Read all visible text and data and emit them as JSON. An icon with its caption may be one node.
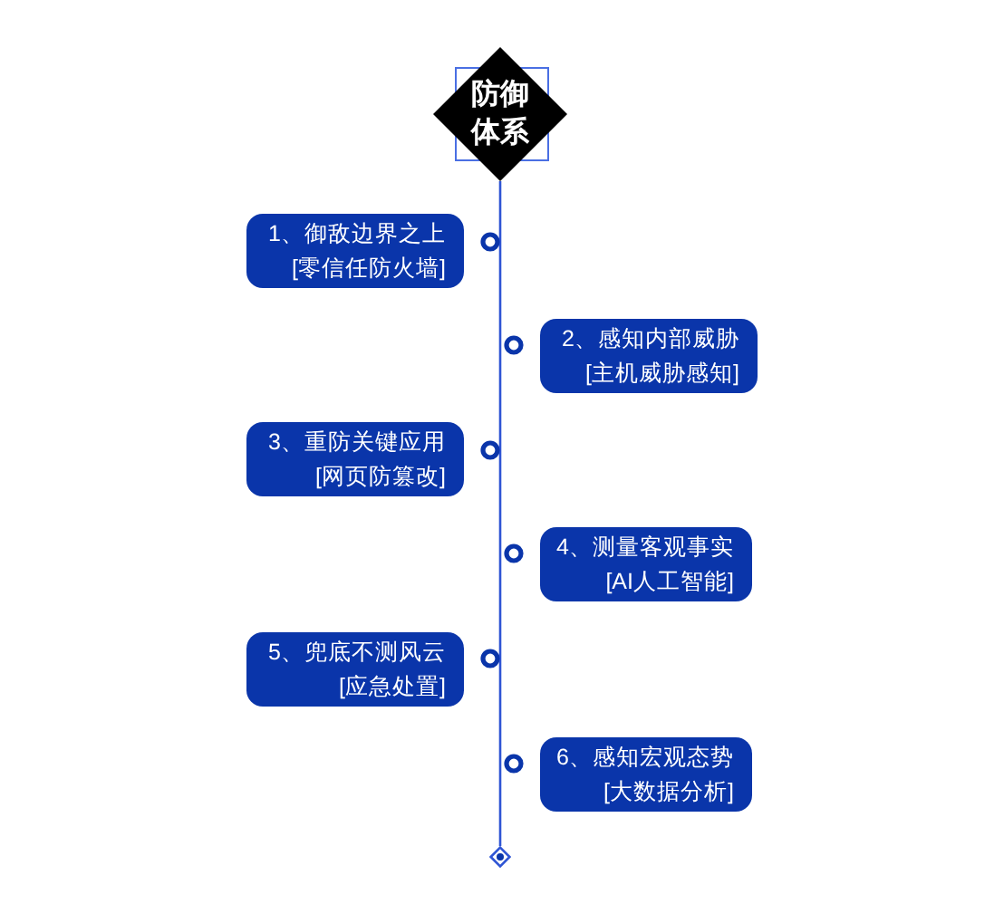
{
  "diagram": {
    "nodes": [
      {
        "text": [
          "防御体系"
        ]
      },
      {
        "text": [
          "1、御敌边界之上",
          "[零信任防火墙]"
        ]
      },
      {
        "text": [
          "2、感知内部威胁",
          "[主机威胁感知]"
        ]
      },
      {
        "text": [
          "3、重防关键应用",
          "[网页防篡改]"
        ]
      },
      {
        "text": [
          "4、测量客观事实",
          "[AI人工智能]"
        ]
      },
      {
        "text": [
          "5、兜底不测风云",
          "[应急处置]"
        ]
      },
      {
        "text": [
          "6、感知宏观态势",
          "[大数据分析]"
        ]
      },
      {
        "text": [],
        "shape": "diamond"
      }
    ],
    "edges": [
      {
        "from": 0,
        "to": 7,
        "arrow": "none"
      }
    ]
  }
}
